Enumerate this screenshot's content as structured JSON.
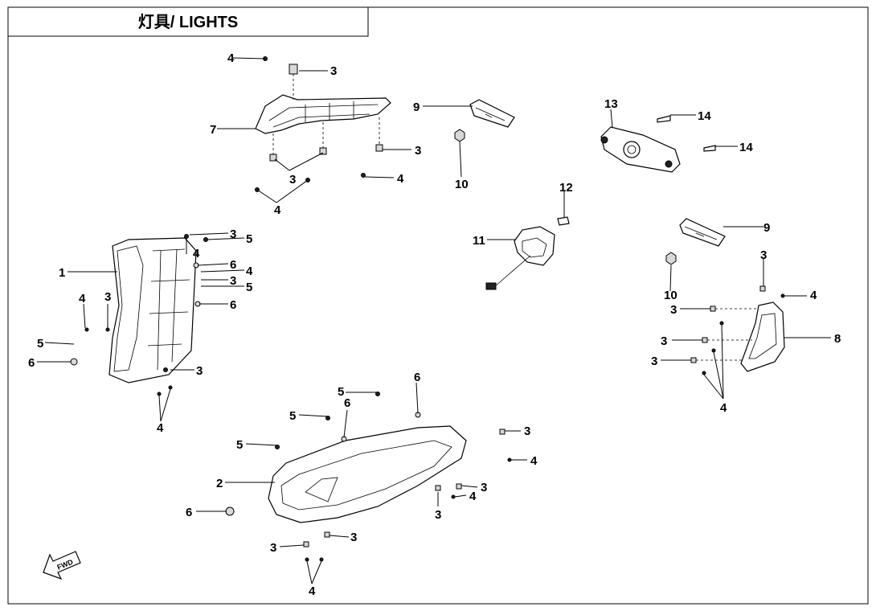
{
  "title": "灯具/ LIGHTS",
  "fwd_label": "FWD",
  "callouts": {
    "c1": "1",
    "c2": "2",
    "c3": "3",
    "c4": "4",
    "c5": "5",
    "c6": "6",
    "c7": "7",
    "c8": "8",
    "c9": "9",
    "c10": "10",
    "c11": "11",
    "c12": "12",
    "c13": "13",
    "c14": "14"
  }
}
